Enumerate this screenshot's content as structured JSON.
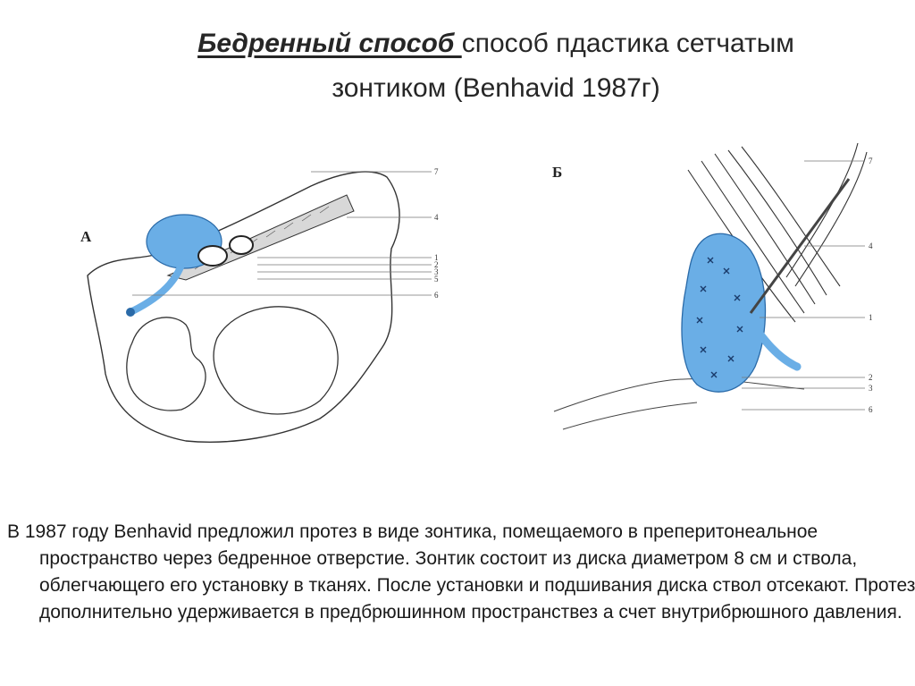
{
  "title": {
    "emphasis": "Бедренный способ ",
    "line1_rest": " способ пдастика сетчатым",
    "line2": "зонтиком (Benhavid 1987г)"
  },
  "figure_a": {
    "letter": "А",
    "callouts": [
      "7",
      "4",
      "1",
      "2",
      "3",
      "5",
      "6"
    ]
  },
  "figure_b": {
    "letter": "Б",
    "callouts": [
      "7",
      "4",
      "1",
      "2",
      "3",
      "6"
    ]
  },
  "colors": {
    "mesh_blue": "#6aaee6",
    "outline": "#333333"
  },
  "body": "В 1987 году Benhavid предложил протез в виде зонтика, помещаемого в преперитонеальное пространство через бедренное отверстие. Зонтик состоит из диска диаметром 8 см и ствола, облегчающего его установку в тканях. После установки и подшивания диска ствол отсекают. Протез дополнительно удерживается в предбрюшинном пространствез а счет внутрибрюшного давления."
}
